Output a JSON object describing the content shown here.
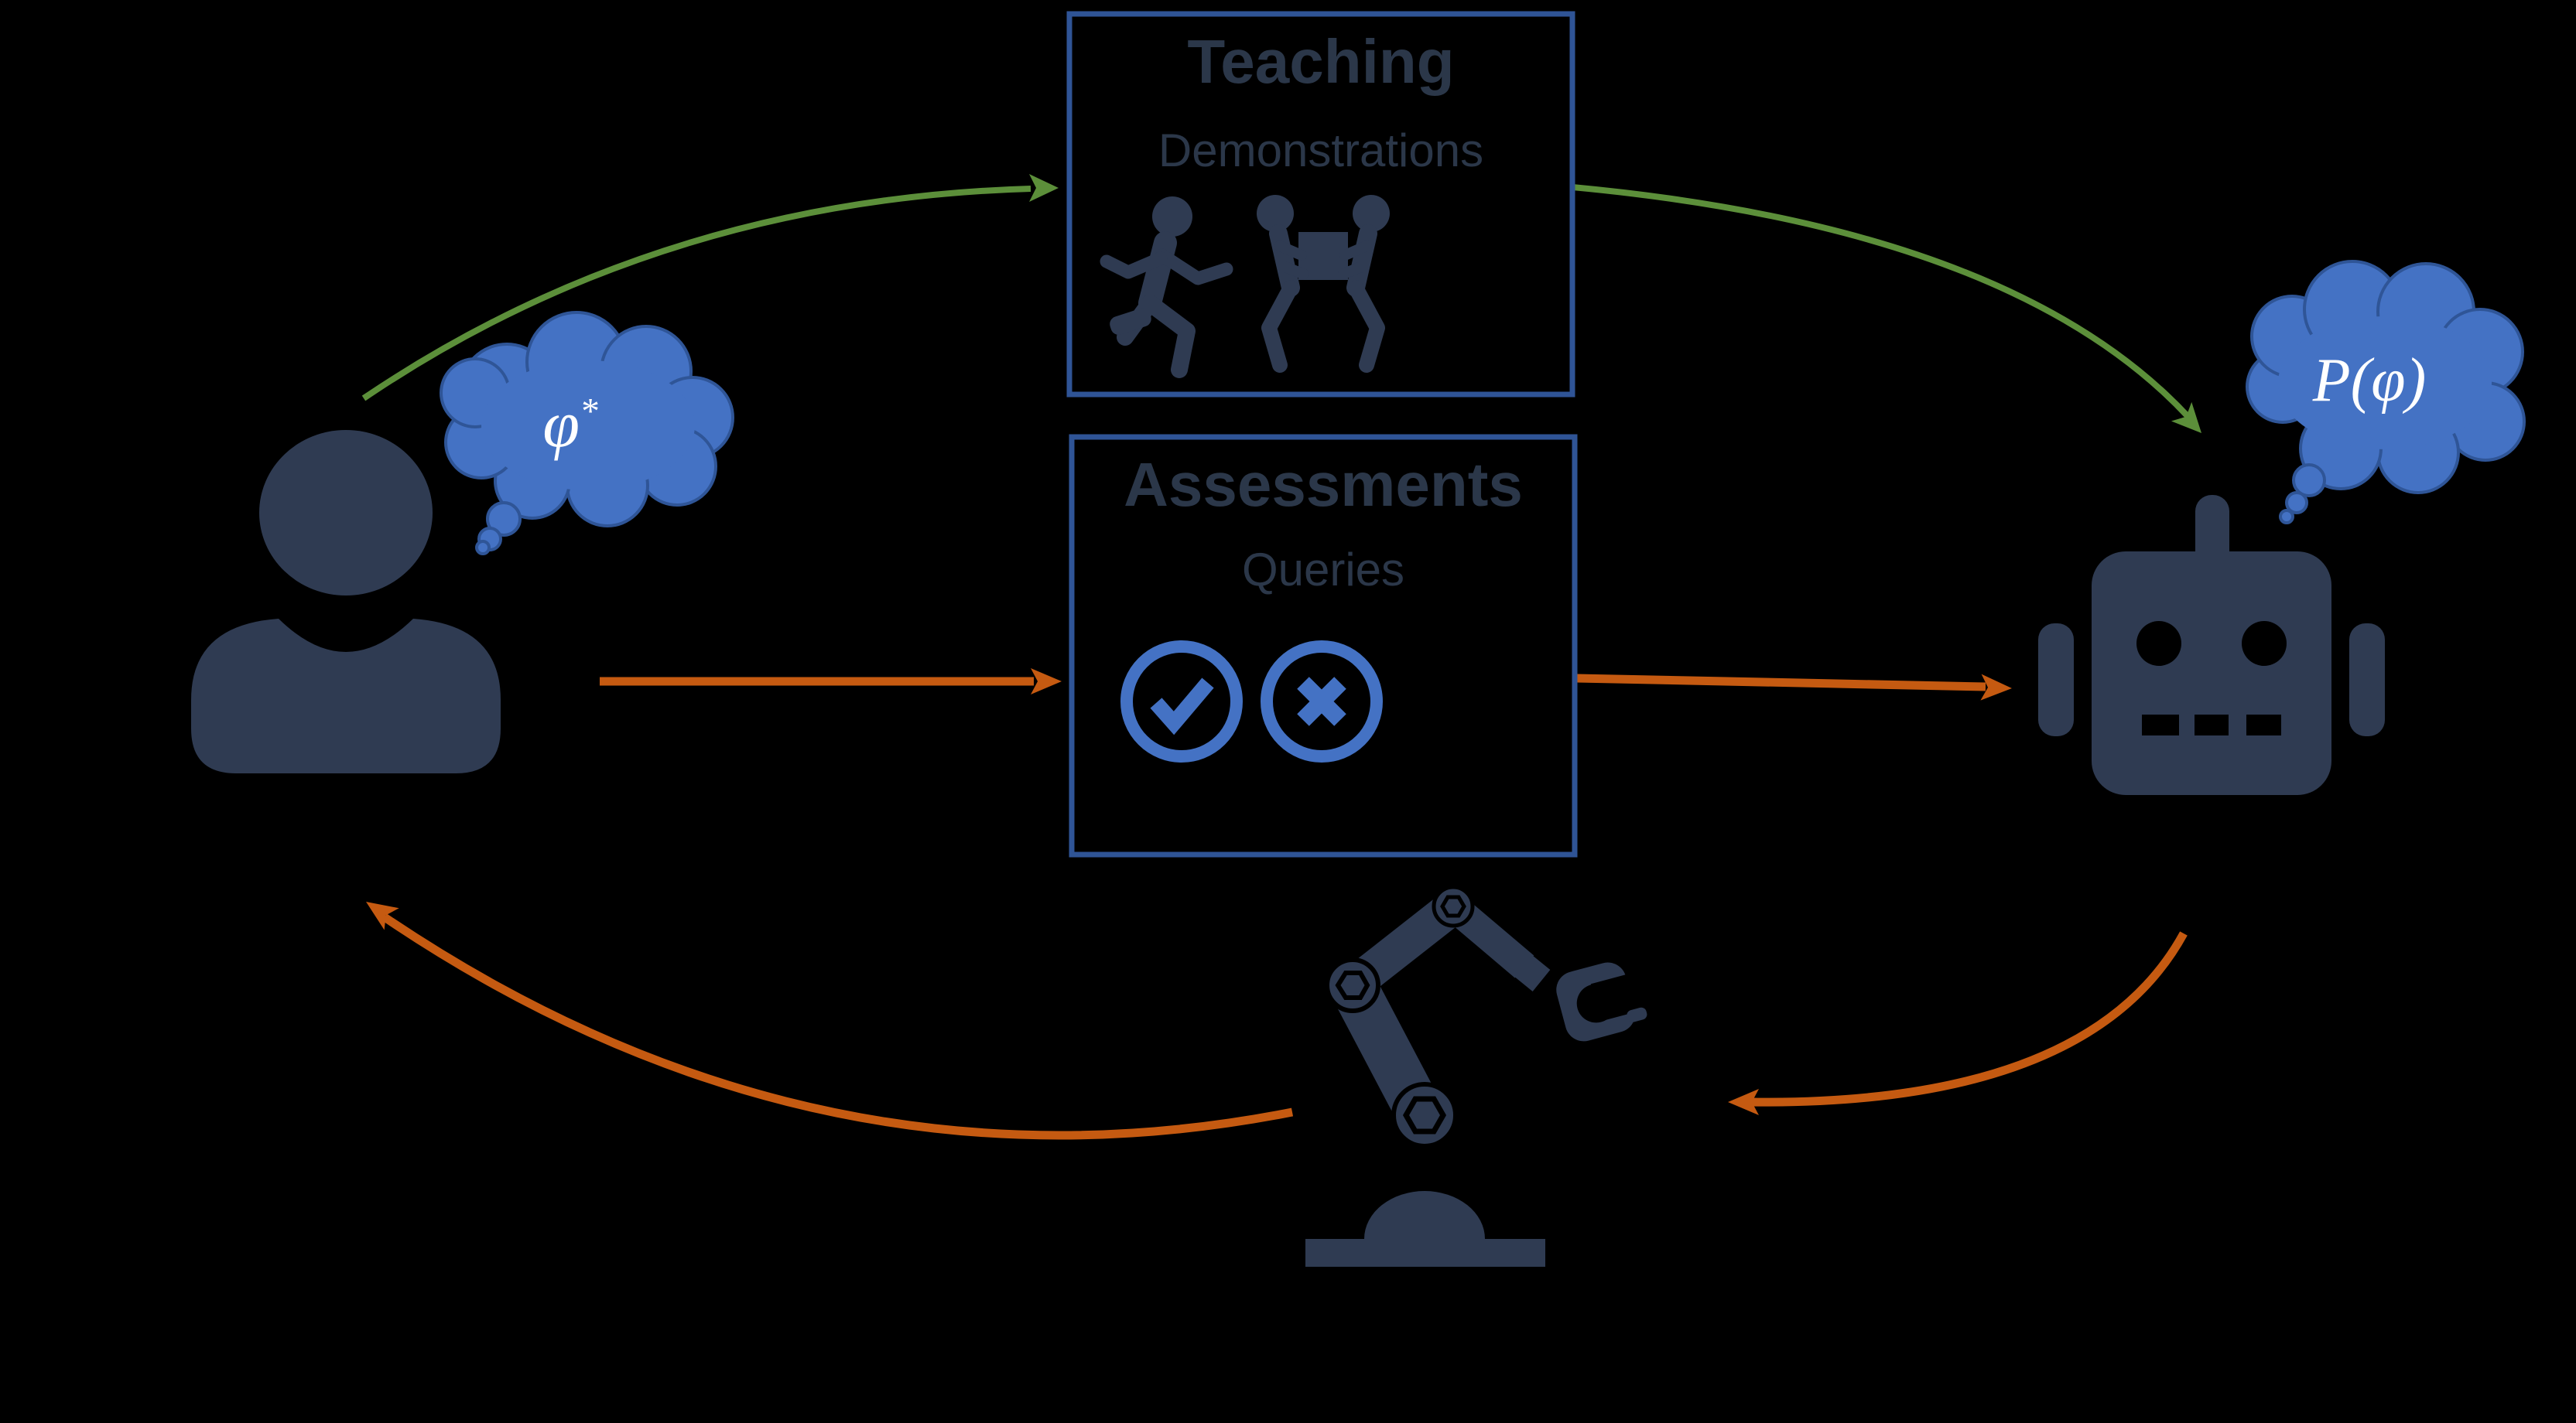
{
  "colors": {
    "slate": "#2F3B52",
    "blue": "#4472C4",
    "blue_dark": "#2F5597",
    "box_border": "#2F5496",
    "green": "#5C8F3A",
    "orange": "#C55A11",
    "text_dark": "#2B3749",
    "bubble_text": "#FFFFFF",
    "background": "#000000"
  },
  "teaching_box": {
    "title": "Teaching",
    "subtitle": "Demonstrations"
  },
  "assessments_box": {
    "title": "Assessments",
    "subtitle": "Queries"
  },
  "human_thought": {
    "base": "φ",
    "sup": "*"
  },
  "robot_thought": {
    "text": "P(φ)"
  }
}
